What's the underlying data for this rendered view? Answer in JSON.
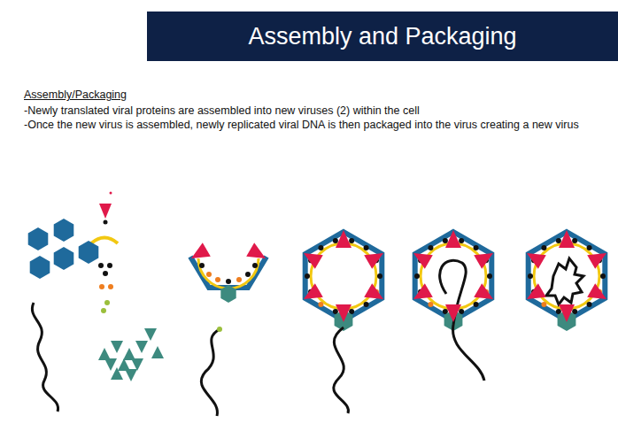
{
  "diagram": {
    "title": "Assembly and Packaging",
    "labels": [
      "Assembly/Packaging",
      "-Newly translated viral proteins are assembled into new viruses (2) within the cell",
      "-Once the new virus is assembled, newly replicated viral DNA is then packaged into the virus creating a new virus"
    ]
  }
}
